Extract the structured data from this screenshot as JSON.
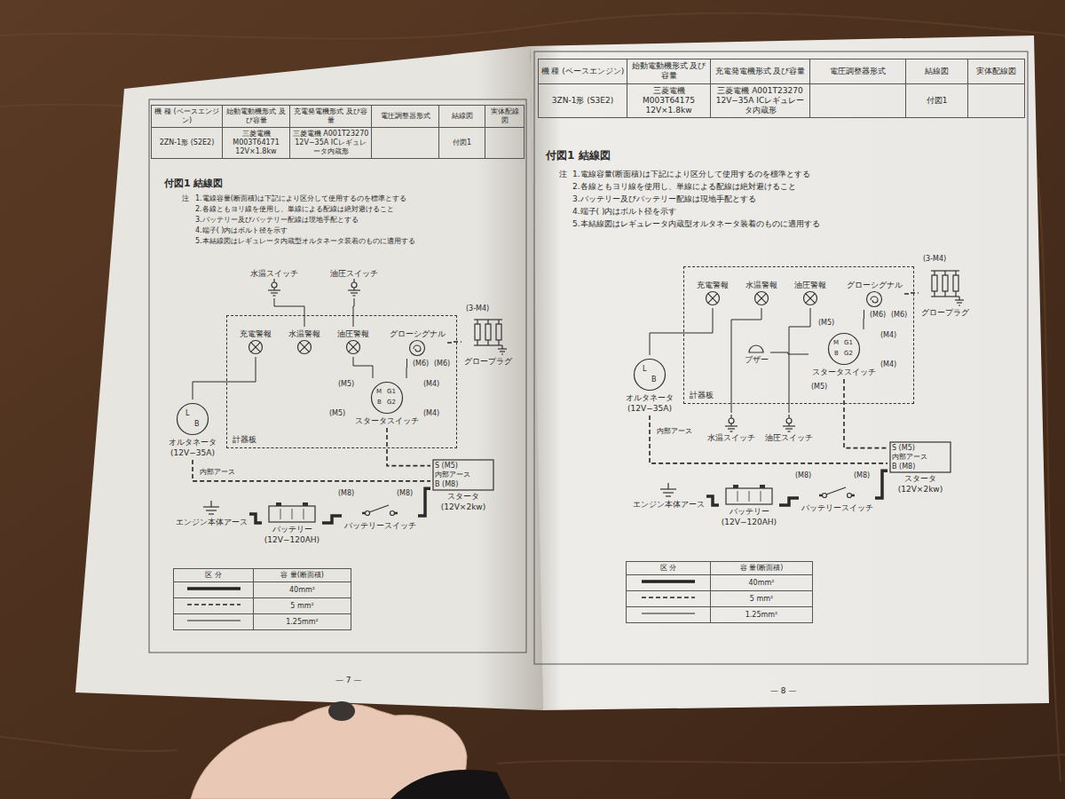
{
  "diagram": {
    "nodes": [
      {
        "text": [
          "計器板"
        ]
      },
      {
        "text": [
          "充電警報"
        ],
        "in": 0
      },
      {
        "text": [
          "水温警報"
        ],
        "in": 0
      },
      {
        "text": [
          "油圧警報"
        ],
        "in": 0
      },
      {
        "text": [
          "グローシグナル"
        ],
        "in": 0
      },
      {
        "text": [
          "スタータスイッチ"
        ],
        "in": 0
      },
      {
        "text": [
          "水温スイッチ"
        ]
      },
      {
        "text": [
          "油圧スイッチ"
        ]
      },
      {
        "text": [
          "グロープラグ"
        ]
      },
      {
        "text": [
          "オルタネータ",
          "(12V−35A)"
        ]
      },
      {
        "text": [
          "バッテリー",
          "(12V−120AH)"
        ]
      },
      {
        "text": [
          "バッテリースイッチ"
        ]
      },
      {
        "text": [
          "スタータ",
          "(12V×2kw)"
        ]
      },
      {
        "text": [
          "エンジン本体アース"
        ]
      },
      {
        "text": [
          "計器板"
        ]
      },
      {
        "text": [
          "充電警報"
        ],
        "in": 14
      },
      {
        "text": [
          "水温警報"
        ],
        "in": 14
      },
      {
        "text": [
          "油圧警報"
        ],
        "in": 14
      },
      {
        "text": [
          "グローシグナル"
        ],
        "in": 14
      },
      {
        "text": [
          "ブザー"
        ],
        "in": 14
      },
      {
        "text": [
          "スタータスイッチ"
        ],
        "in": 14
      },
      {
        "text": [
          "水温スイッチ"
        ]
      },
      {
        "text": [
          "油圧スイッチ"
        ]
      },
      {
        "text": [
          "グロープラグ"
        ]
      },
      {
        "text": [
          "オルタネータ",
          "(12V−35A)"
        ]
      },
      {
        "text": [
          "バッテリー",
          "(12V−120AH)"
        ]
      },
      {
        "text": [
          "バッテリースイッチ"
        ]
      },
      {
        "text": [
          "スタータ",
          "(12V×2kw)"
        ]
      },
      {
        "text": [
          "エンジン本体アース"
        ]
      }
    ],
    "edges": [
      {
        "from": 1,
        "to": 9,
        "arrow": "none"
      },
      {
        "from": 6,
        "to": 2,
        "arrow": "none"
      },
      {
        "from": 7,
        "to": 3,
        "arrow": "none"
      },
      {
        "from": 3,
        "to": 5,
        "arrow": "none"
      },
      {
        "from": 4,
        "to": 5,
        "arrow": "none"
      },
      {
        "from": 4,
        "to": 8,
        "arrow": "none"
      },
      {
        "from": 5,
        "to": 12,
        "arrow": "none"
      },
      {
        "from": 9,
        "to": 12,
        "arrow": "none"
      },
      {
        "from": 10,
        "to": 11,
        "arrow": "none"
      },
      {
        "from": 11,
        "to": 12,
        "arrow": "none"
      },
      {
        "from": 10,
        "to": 13,
        "arrow": "none"
      },
      {
        "from": 15,
        "to": 24,
        "arrow": "none"
      },
      {
        "from": 16,
        "to": 21,
        "arrow": "none"
      },
      {
        "from": 17,
        "to": 22,
        "arrow": "none"
      },
      {
        "from": 19,
        "to": 20,
        "arrow": "none"
      },
      {
        "from": 18,
        "to": 20,
        "arrow": "none"
      },
      {
        "from": 18,
        "to": 23,
        "arrow": "none"
      },
      {
        "from": 20,
        "to": 27,
        "arrow": "none"
      },
      {
        "from": 24,
        "to": 27,
        "arrow": "none"
      },
      {
        "from": 25,
        "to": 26,
        "arrow": "none"
      },
      {
        "from": 26,
        "to": 27,
        "arrow": "none"
      },
      {
        "from": 25,
        "to": 28,
        "arrow": "none"
      }
    ],
    "labels": [
      "機 種 (ベースエンジン)",
      "始動電動機形式 及び容量",
      "充電発電機形式 及び容量",
      "電圧調整器形式",
      "結線図",
      "実体配線図",
      "2ZN-1形 (S2E2)",
      "三菱電機 M003T64171 12V×1.8kw",
      "三菱電機 A001T23270 12V−35A ICレギュレータ内蔵形",
      "付図1",
      "付図1 結線図",
      "注",
      "1.電線容量(断面積)は下記により区分して使用するのを標準とする",
      "2.各線ともヨリ線を使用し、単線による配線は絶対避けること",
      "3.バッテリー及びバッテリー配線は現地手配とする",
      "4.端子( )内はボルト径を示す",
      "5.本結線図はレギュレータ内蔵型オルタネータ装着のものに適用する",
      "(M6)",
      "(M6)",
      "(3-M4)",
      "(M5)",
      "(M4)",
      "(M5)",
      "(M4)",
      "B",
      "G1",
      "M",
      "G2",
      "L",
      "B",
      "内部アース",
      "S (M5)",
      "内部アース",
      "B (M8)",
      "(M8)",
      "(M8)",
      "区 分",
      "容 量(断面積)",
      "— 7 —",
      "機 種 (ベースエンジン)",
      "始動電動機形式 及び容量",
      "充電発電機形式 及び容量",
      "電圧調整器形式",
      "結線図",
      "実体配線図",
      "3ZN-1形 (S3E2)",
      "三菱電機 M003T64175 12V×1.8kw",
      "三菱電機 A001T23270 12V−35A ICレギュレータ内蔵形",
      "付図1",
      "付図1 結線図",
      "注",
      "1.電線容量(断面積)は下記により区分して使用するのを標準とする",
      "2.各線ともヨリ線を使用し、単線による配線は絶対避けること",
      "3.バッテリー及びバッテリー配線は現地手配とする",
      "4.端子( )内はボルト径を示す",
      "5.本結線図はレギュレータ内蔵型オルタネータ装着のものに適用する",
      "(M6)",
      "(M6)",
      "(3-M4)",
      "(M5)",
      "(M4)",
      "(M5)",
      "(M4)",
      "B",
      "G1",
      "M",
      "G2",
      "L",
      "B",
      "内部アース",
      "S (M5)",
      "内部アース",
      "B (M8)",
      "(M8)",
      "(M8)",
      "区 分",
      "容 量(断面積)",
      "— 8 —"
    ],
    "legend": [
      {
        "text": "40mm²"
      },
      {
        "text": "5 mm²"
      },
      {
        "text": "1.25mm²"
      },
      {
        "text": "40mm²"
      },
      {
        "text": "5 mm²"
      },
      {
        "text": "1.25mm²"
      }
    ]
  }
}
